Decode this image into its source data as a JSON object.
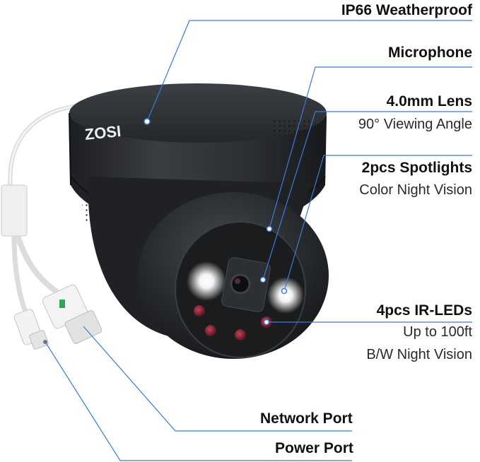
{
  "brand": {
    "logo_text": "ZOSI"
  },
  "callouts": {
    "ip66": {
      "title": "IP66 Weatherproof"
    },
    "microphone": {
      "title": "Microphone"
    },
    "lens": {
      "title": "4.0mm Lens",
      "subtitle": "90° Viewing Angle"
    },
    "spotlights": {
      "title": "2pcs Spotlights",
      "subtitle": "Color Night Vision"
    },
    "ir_leds": {
      "title": "4pcs IR-LEDs",
      "subtitle": "Up to 100ft",
      "subtitle2": "B/W Night Vision"
    },
    "network_port": {
      "title": "Network Port"
    },
    "power_port": {
      "title": "Power Port"
    }
  },
  "colors": {
    "callout_line": "#3a7bd5",
    "camera_body": "#2a2d31",
    "cable": "#e8e8e8",
    "ir_led": "#8a1f2e"
  }
}
